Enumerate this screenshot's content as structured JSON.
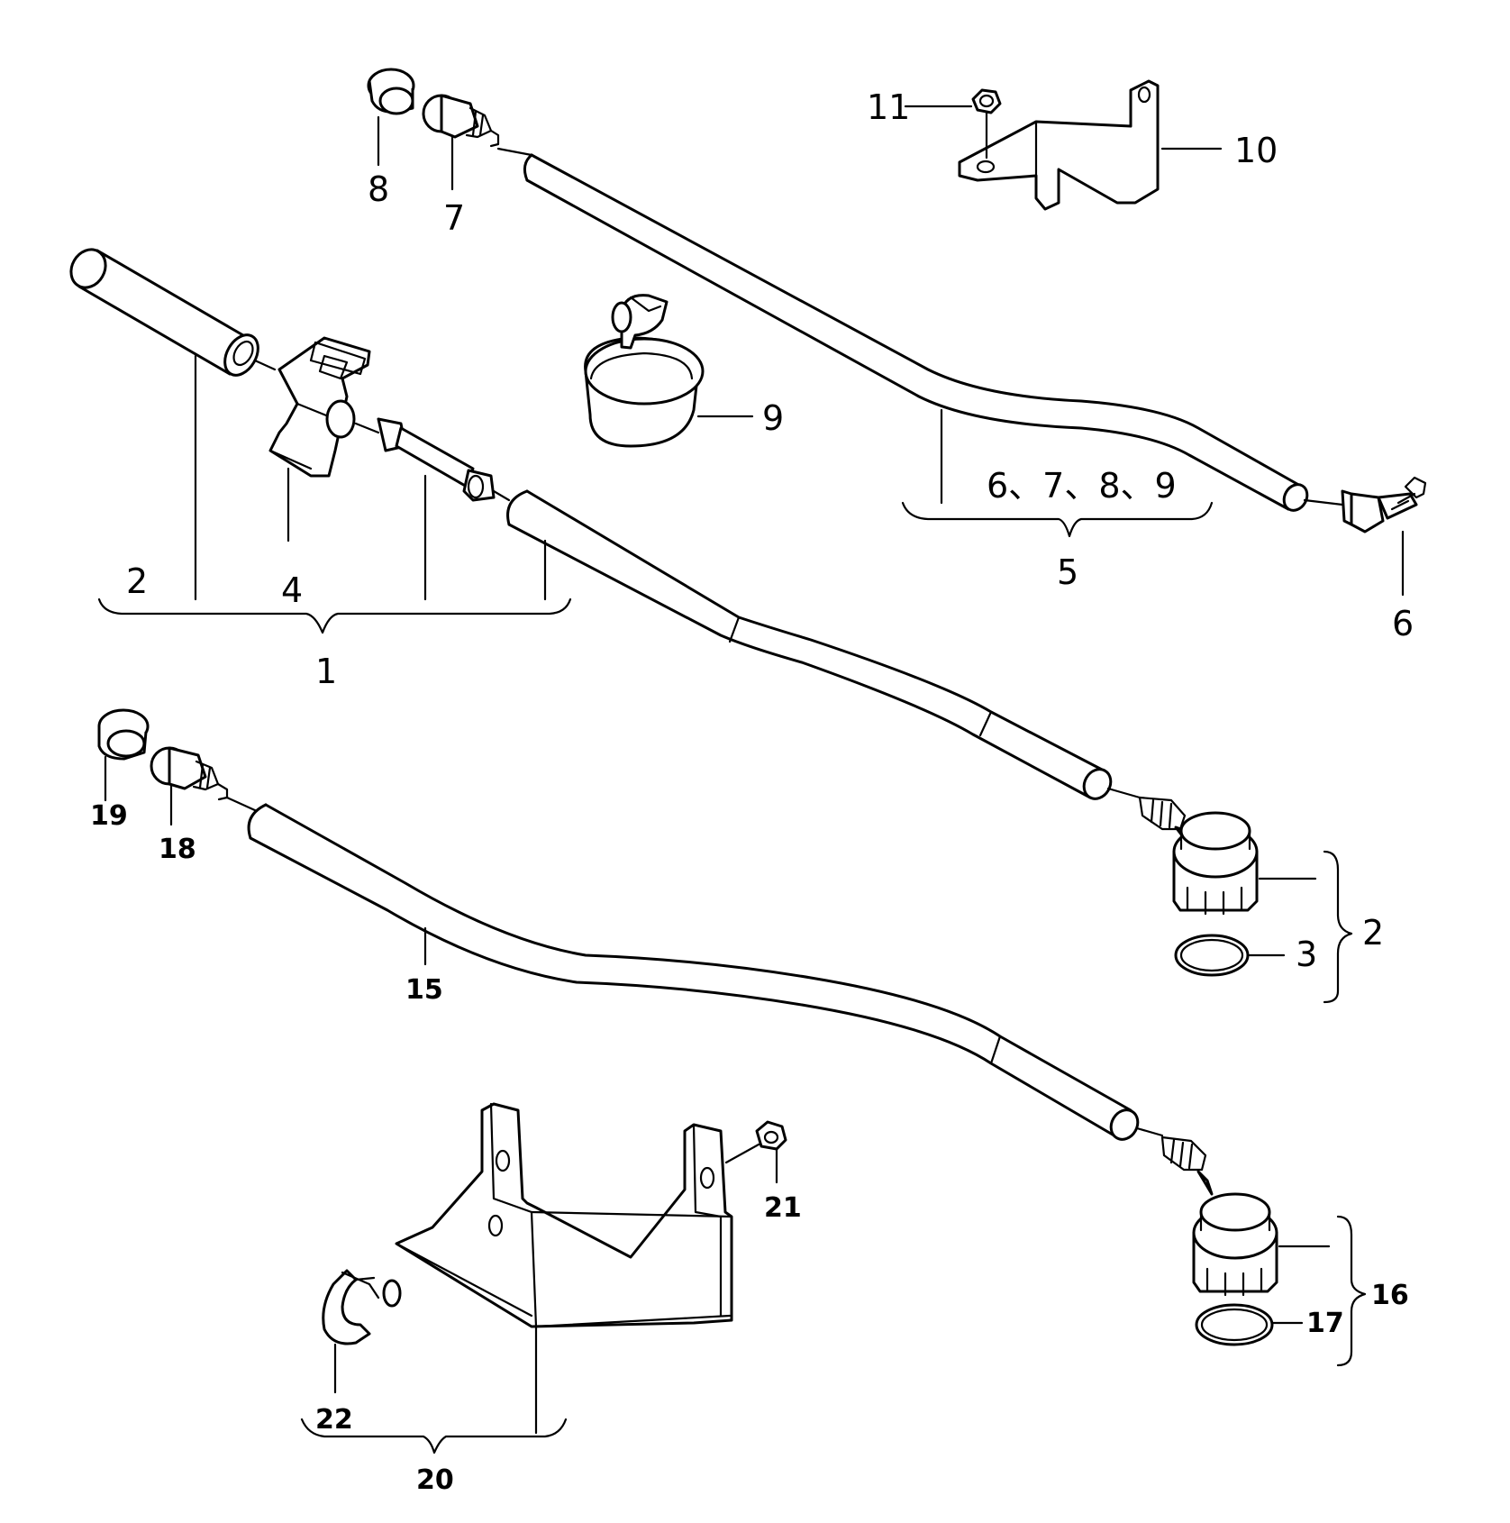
{
  "labels": {
    "c1": "1",
    "c2": "2",
    "c3": "3",
    "c4": "4",
    "c5": "5",
    "c2b": "2",
    "c6": "6",
    "c7": "7",
    "c8": "8",
    "c9": "9",
    "c10": "10",
    "c11": "11",
    "c5group": "6、7、8、9",
    "c15": "15",
    "c16": "16",
    "c17": "17",
    "c18": "18",
    "c19": "19",
    "c20": "20",
    "c21": "21",
    "c22": "22"
  },
  "colors": {
    "ink": "#000000",
    "background": "#ffffff"
  }
}
